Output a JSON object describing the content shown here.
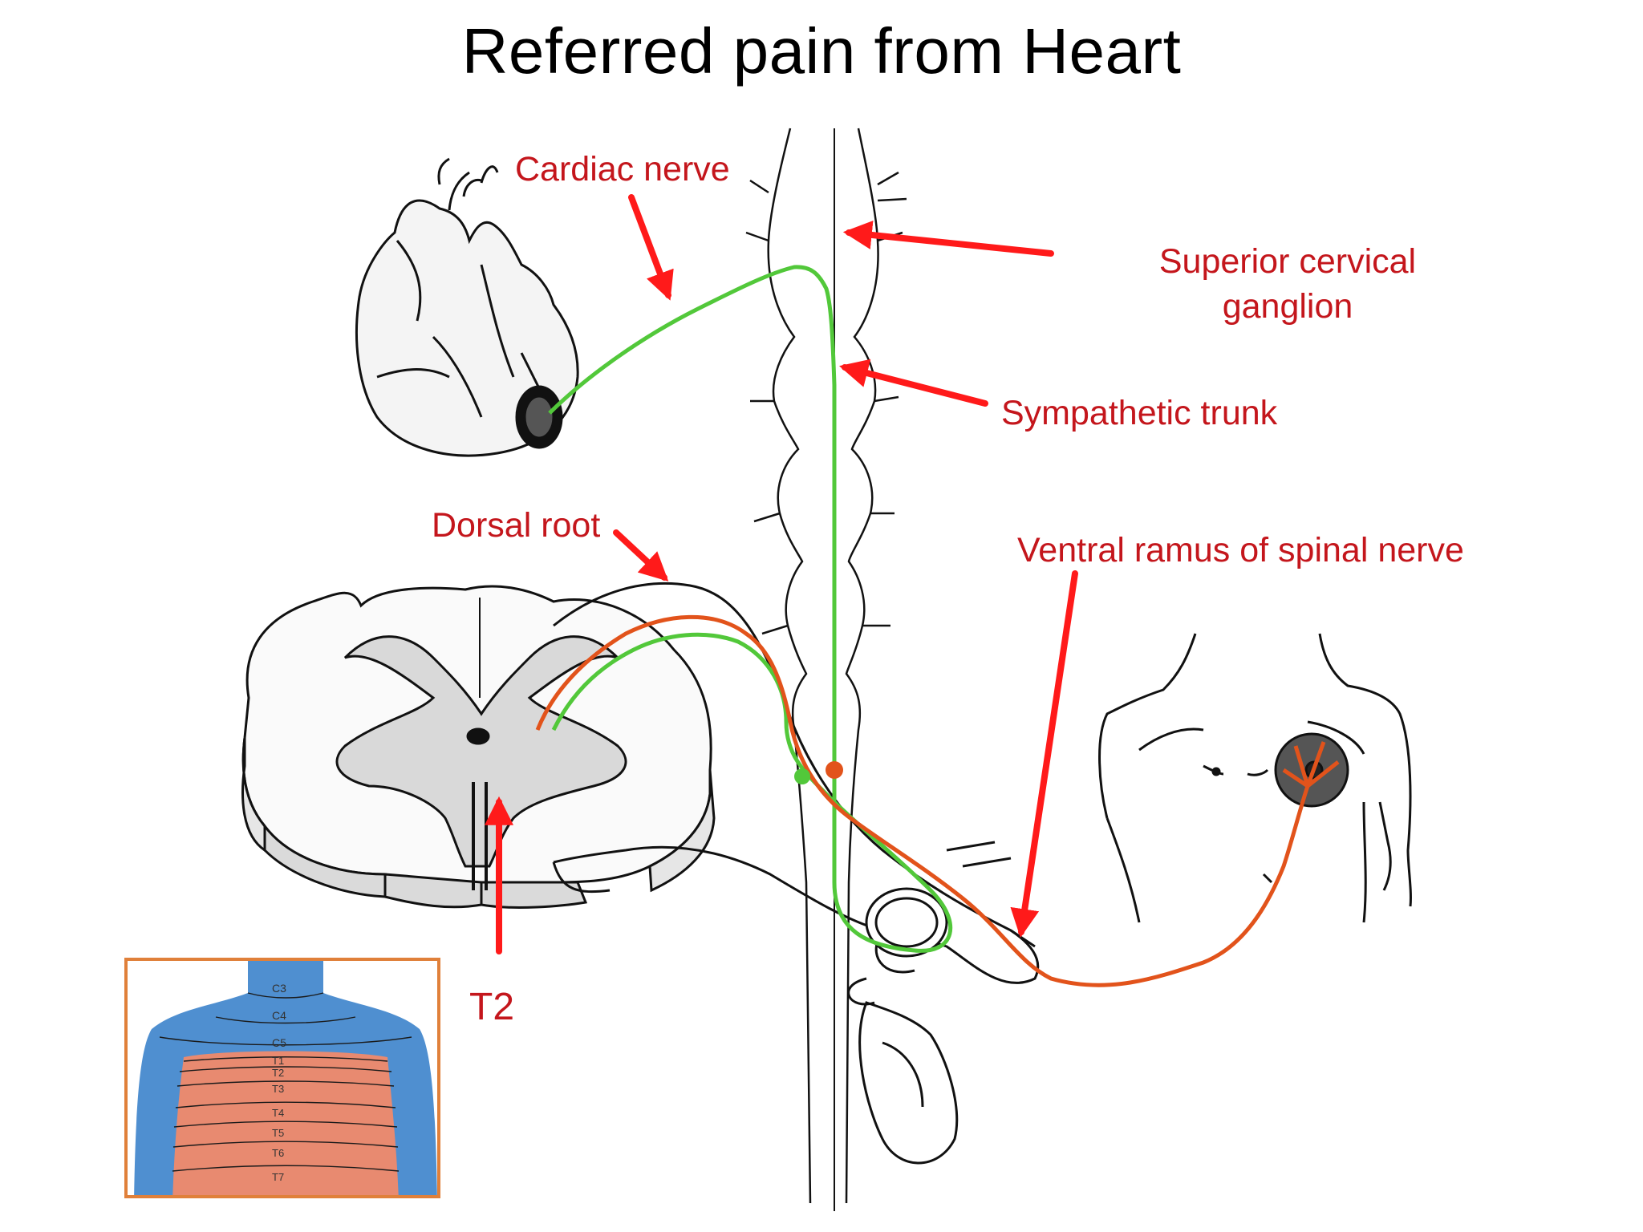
{
  "title": "Referred pain from Heart",
  "labels": {
    "cardiac_nerve": "Cardiac nerve",
    "superior_cervical_ganglion_line1": "Superior cervical",
    "superior_cervical_ganglion_line2": "ganglion",
    "sympathetic_trunk": "Sympathetic trunk",
    "dorsal_root": "Dorsal root",
    "ventral_ramus": "Ventral ramus of spinal nerve",
    "t2": "T2"
  },
  "dermatome_inset": {
    "levels": [
      "C3",
      "C4",
      "C5",
      "T1",
      "T2",
      "T3",
      "T4",
      "T5",
      "T6",
      "T7"
    ]
  },
  "colors": {
    "label_red": "#c4161c",
    "arrow_red": "#ff1a1a",
    "visceral_afferent_green": "#52c83a",
    "somatic_afferent_orange": "#e2531b",
    "inset_border": "#e0803a",
    "dermatome_blue": "#4f8fd0",
    "dermatome_salmon": "#e88a70"
  }
}
